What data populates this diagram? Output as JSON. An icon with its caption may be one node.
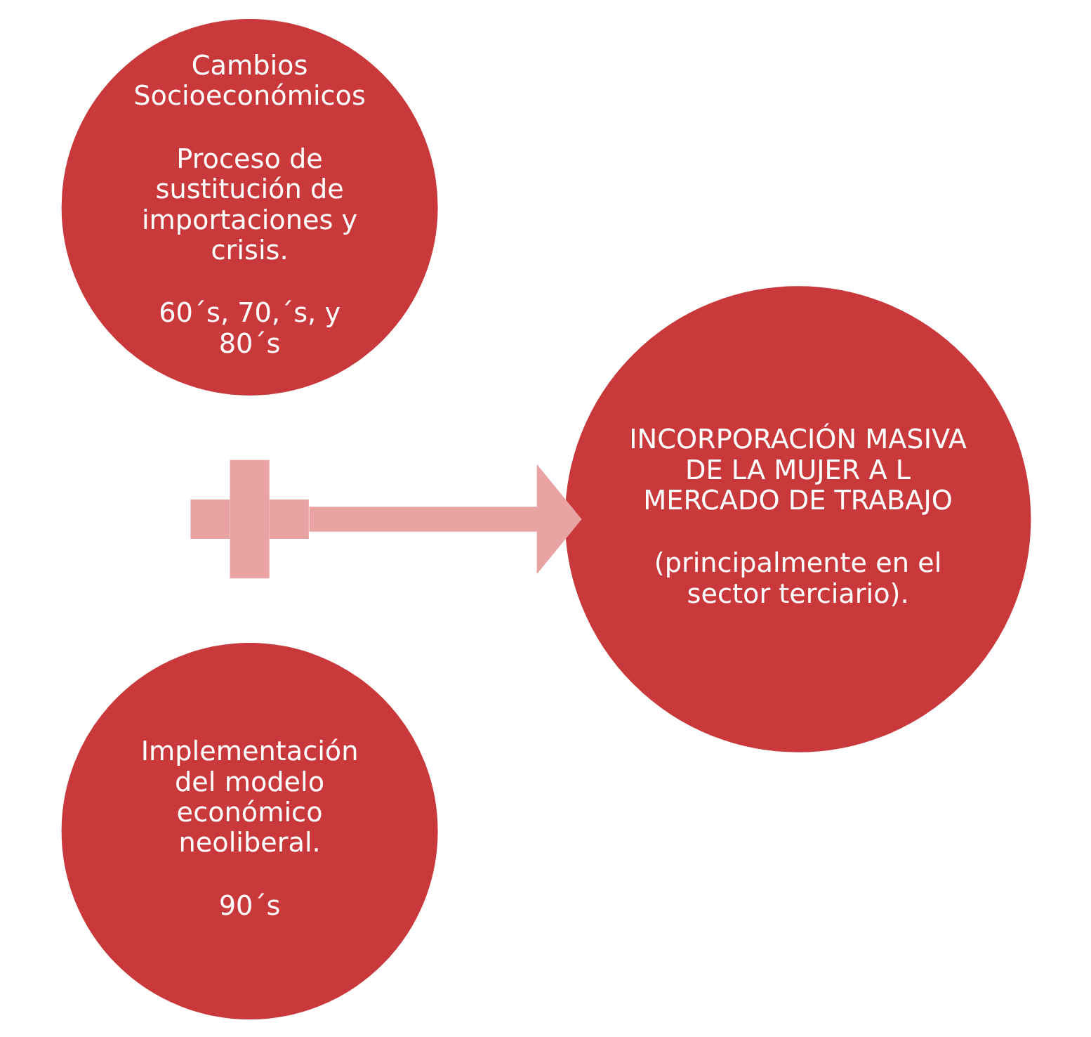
{
  "diagram": {
    "nodes": [
      {
        "text": [
          "Cambios Socioeconómicos",
          "Proceso de sustitución de importaciones y crisis.",
          "60´s, 70,´s, y 80´s"
        ]
      },
      {
        "text": [],
        "shape": "plus"
      },
      {
        "text": [
          "Implementación del modelo económico neoliberal.",
          "90´s"
        ]
      },
      {
        "text": [
          "INCORPORACIÓN MASIVA DE LA MUJER A L MERCADO DE TRABAJO",
          "(principalmente en el sector terciario)."
        ]
      }
    ],
    "edges": [
      {
        "from": 1,
        "to": 3,
        "arrow": "to"
      }
    ]
  }
}
